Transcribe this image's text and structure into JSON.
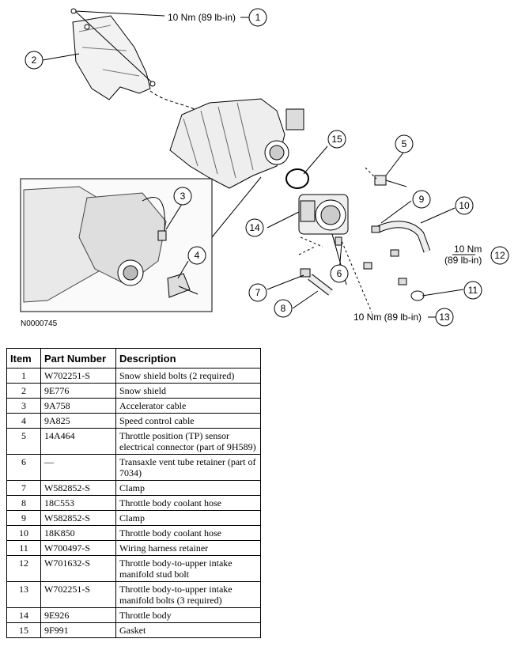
{
  "diagram": {
    "torque_1": "10 Nm (89 lb-in)",
    "torque_12_a": "10 Nm",
    "torque_12_b": "(89 lb-in)",
    "torque_13": "10 Nm (89 lb-in)",
    "figure_id": "N0000745",
    "callouts": [
      "1",
      "2",
      "3",
      "4",
      "5",
      "6",
      "7",
      "8",
      "9",
      "10",
      "11",
      "12",
      "13",
      "14",
      "15"
    ]
  },
  "table": {
    "headers": {
      "item": "Item",
      "part_number": "Part Number",
      "description": "Description"
    },
    "rows": [
      {
        "item": "1",
        "part_number": "W702251-S",
        "description": "Snow shield bolts (2 required)"
      },
      {
        "item": "2",
        "part_number": "9E776",
        "description": "Snow shield"
      },
      {
        "item": "3",
        "part_number": "9A758",
        "description": "Accelerator cable"
      },
      {
        "item": "4",
        "part_number": "9A825",
        "description": "Speed control cable"
      },
      {
        "item": "5",
        "part_number": "14A464",
        "description": "Throttle position (TP) sensor electrical connector (part of 9H589)"
      },
      {
        "item": "6",
        "part_number": "—",
        "description": "Transaxle vent tube retainer (part of 7034)"
      },
      {
        "item": "7",
        "part_number": "W582852-S",
        "description": "Clamp"
      },
      {
        "item": "8",
        "part_number": "18C553",
        "description": "Throttle body coolant hose"
      },
      {
        "item": "9",
        "part_number": "W582852-S",
        "description": "Clamp"
      },
      {
        "item": "10",
        "part_number": "18K850",
        "description": "Throttle body coolant hose"
      },
      {
        "item": "11",
        "part_number": "W700497-S",
        "description": "Wiring harness retainer"
      },
      {
        "item": "12",
        "part_number": "W701632-S",
        "description": "Throttle body-to-upper intake manifold stud bolt"
      },
      {
        "item": "13",
        "part_number": "W702251-S",
        "description": "Throttle body-to-upper intake manifold bolts (3 required)"
      },
      {
        "item": "14",
        "part_number": "9E926",
        "description": "Throttle body"
      },
      {
        "item": "15",
        "part_number": "9F991",
        "description": "Gasket"
      }
    ]
  }
}
